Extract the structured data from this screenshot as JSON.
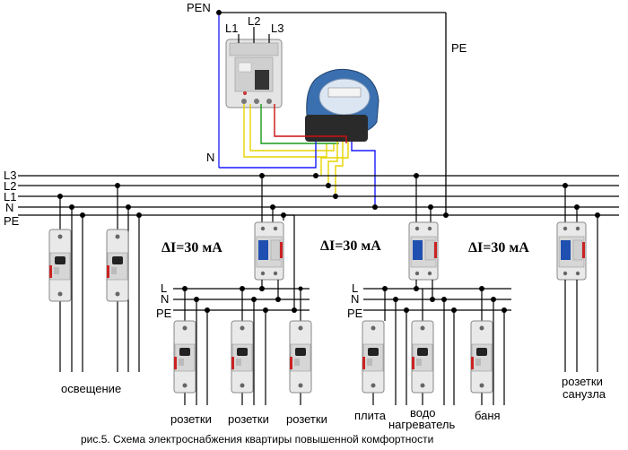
{
  "diagram": {
    "pen_label": "PEN",
    "pe_label": "PE",
    "n_label": "N",
    "breaker_phases": [
      "L1",
      "L2",
      "L3"
    ],
    "bus_labels": [
      "L3",
      "L2",
      "L1",
      "N",
      "PE"
    ],
    "rcd_labels": [
      "ΔI=30 мА",
      "ΔI=30 мА",
      "ΔI=30 мА"
    ],
    "sub_bus_labels_left": [
      "L",
      "N",
      "PE"
    ],
    "sub_bus_labels_right": [
      "L",
      "N",
      "PE"
    ],
    "lighting_label": "освещение",
    "socket_labels": [
      "розетки",
      "розетки",
      "розетки"
    ],
    "stove_label": "плита",
    "heater_label_1": "водо",
    "heater_label_2": "нагреватель",
    "sauna_label": "баня",
    "bath_label_1": "розетки",
    "bath_label_2": "санузла",
    "caption": "рис.5. Схема электроснабжения квартиры повышенной комфортности"
  },
  "colors": {
    "wire_black": "#000000",
    "wire_blue": "#1a1aff",
    "wire_yellow": "#e6d400",
    "wire_green": "#1a9a1a",
    "wire_red": "#cc1111",
    "device_body": "#e4e4e4",
    "meter_blue": "#3a6fb0",
    "breaker_red": "#cc2222"
  }
}
